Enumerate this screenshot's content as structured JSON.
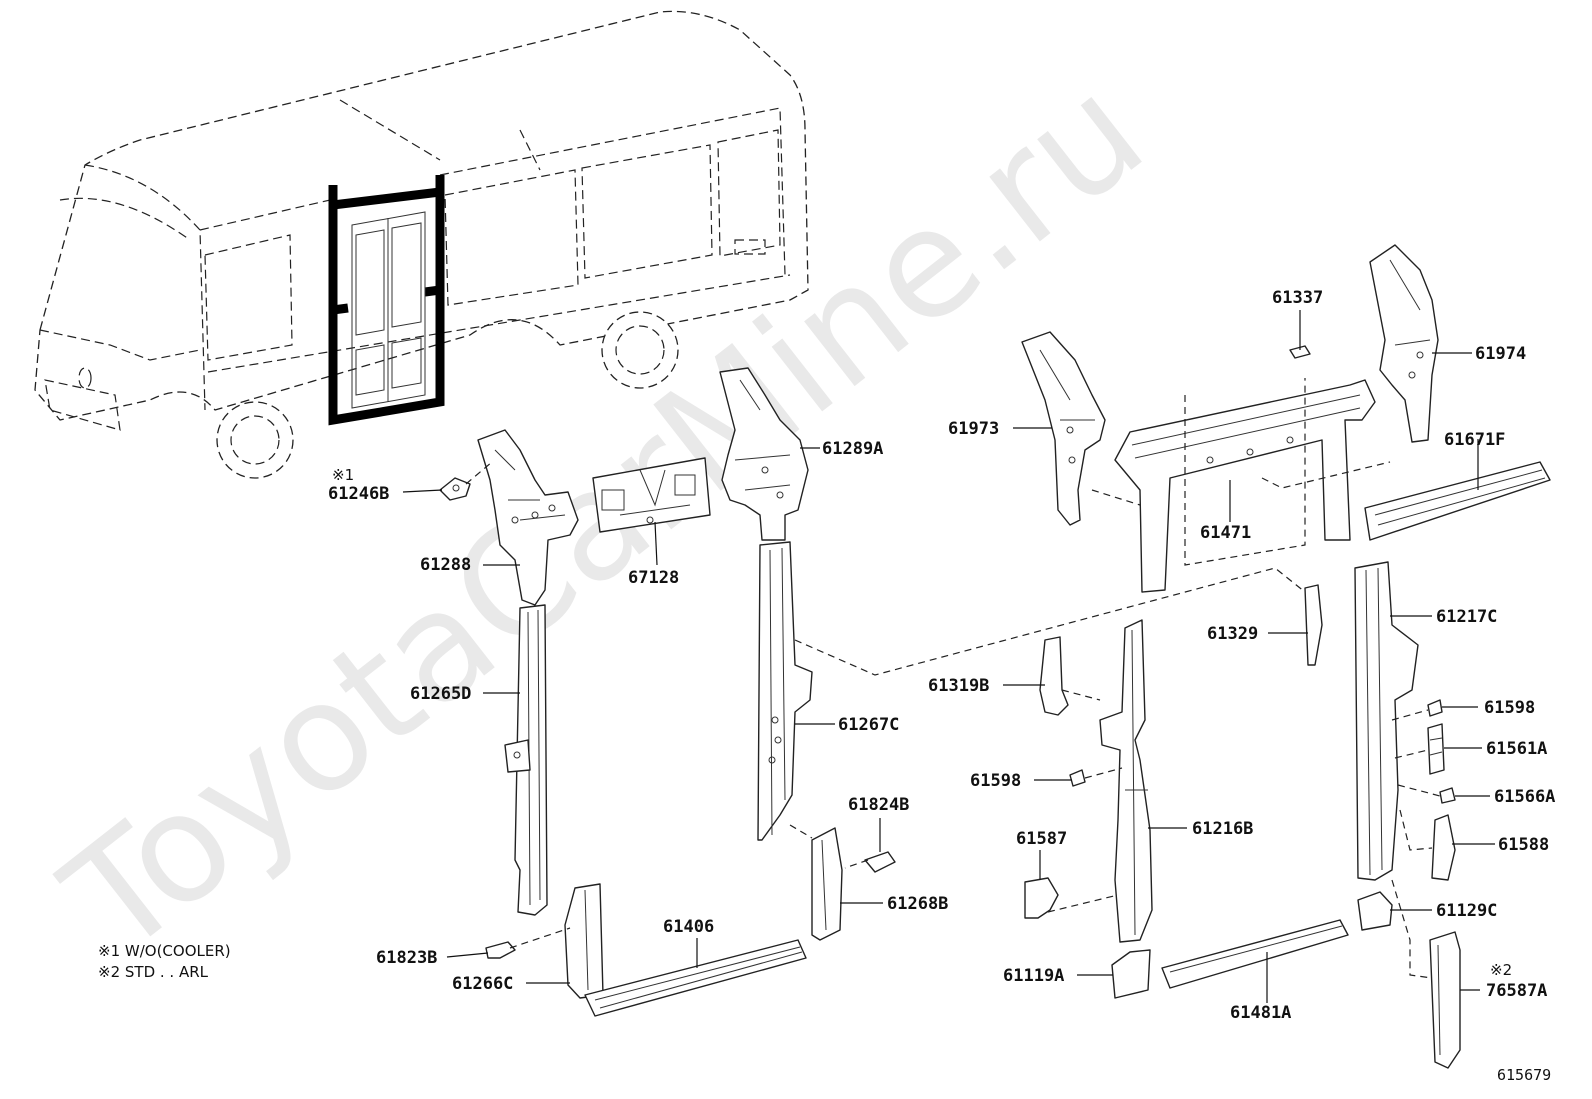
{
  "watermark": "ToyotaCarMine.ru",
  "notes": {
    "n1": "※1 W/O(COOLER)",
    "n2": "※2 STD . . ARL",
    "mark1": "※1",
    "mark2": "※2"
  },
  "figure_ref": "615679",
  "parts": {
    "p61246B": "61246B",
    "p61288": "61288",
    "p61265D": "61265D",
    "p61823B": "61823B",
    "p61266C": "61266C",
    "p67128": "67128",
    "p61289A": "61289A",
    "p61267C": "61267C",
    "p61824B": "61824B",
    "p61268B": "61268B",
    "p61406": "61406",
    "p61973": "61973",
    "p61337": "61337",
    "p61471": "61471",
    "p61974": "61974",
    "p61671F": "61671F",
    "p61319B": "61319B",
    "p61598a": "61598",
    "p61587": "61587",
    "p61216B": "61216B",
    "p61119A": "61119A",
    "p61481A": "61481A",
    "p61329": "61329",
    "p61217C": "61217C",
    "p61598b": "61598",
    "p61561A": "61561A",
    "p61566A": "61566A",
    "p61588": "61588",
    "p61129C": "61129C",
    "p76587A": "76587A"
  }
}
